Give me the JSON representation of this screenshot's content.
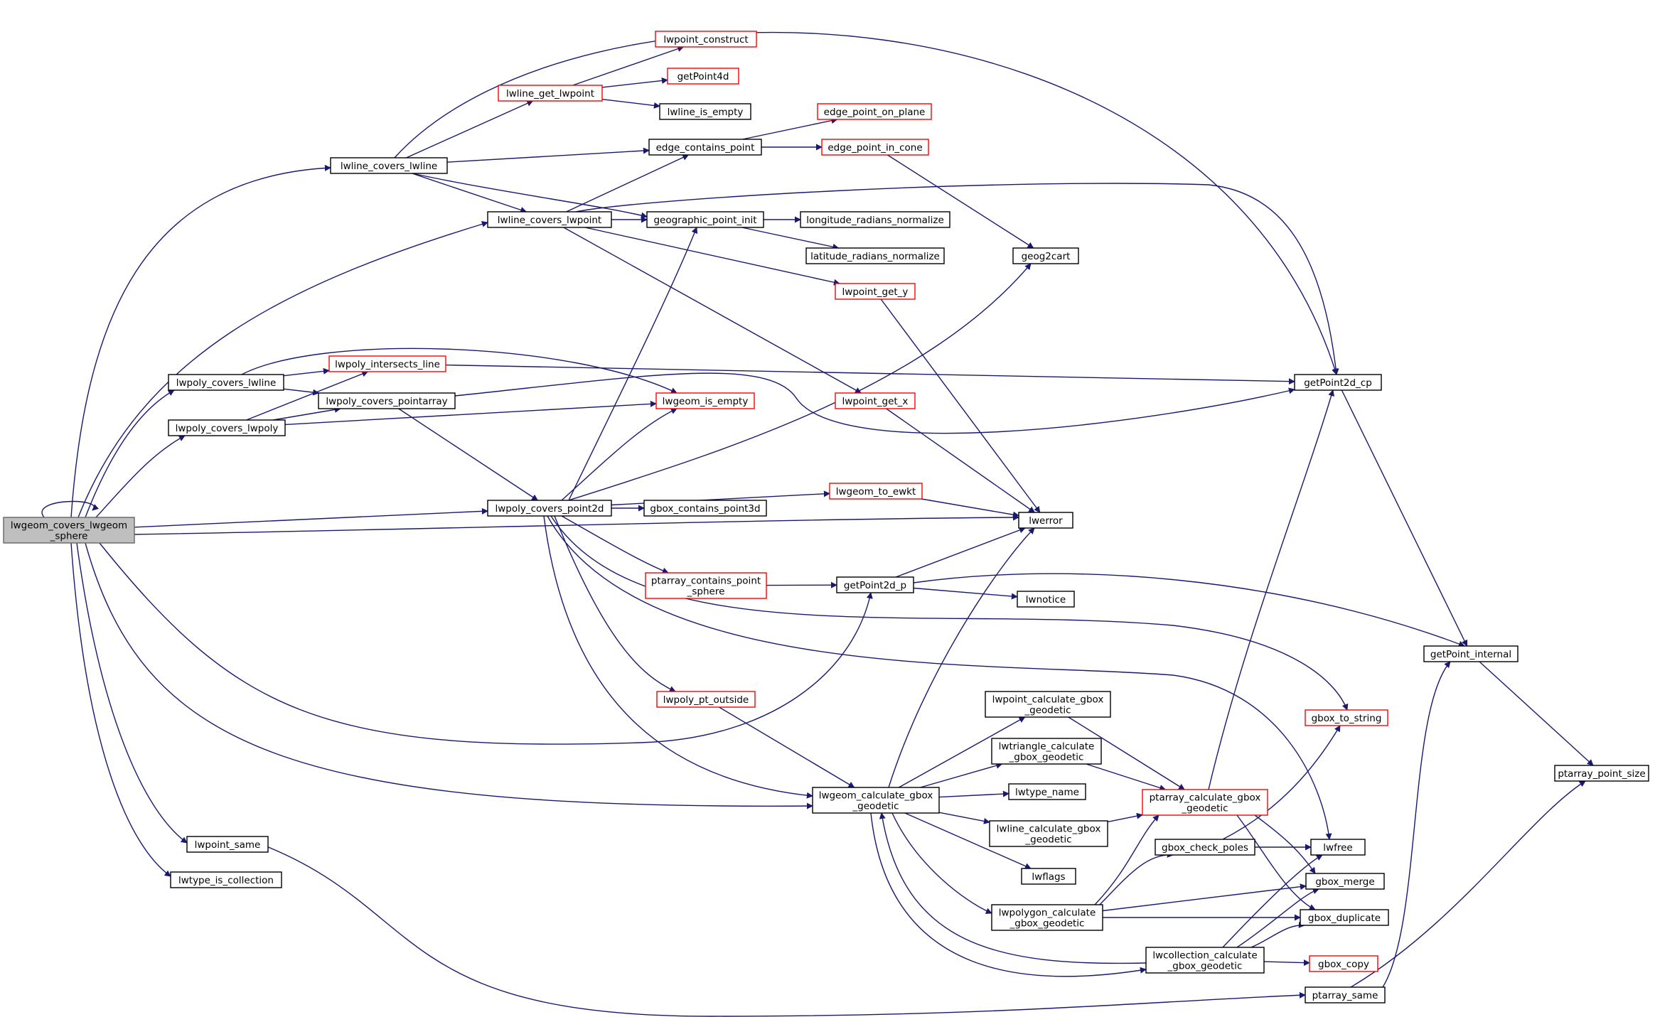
{
  "colors": {
    "edge": "#191970",
    "node_border_plain": "#000000",
    "node_border_truncated": "#ff0000",
    "node_fill": "#ffffff",
    "focus_fill": "#bfbfbf",
    "focus_border": "#666666"
  },
  "nodes": {
    "root": {
      "lines": [
        "lwgeom_covers_lwgeom",
        "_sphere"
      ],
      "style": "focus"
    },
    "lwline_covers_lwline": {
      "lines": [
        "lwline_covers_lwline"
      ],
      "style": "plain"
    },
    "lwline_covers_lwpoint": {
      "lines": [
        "lwline_covers_lwpoint"
      ],
      "style": "plain"
    },
    "lwpoly_covers_lwline": {
      "lines": [
        "lwpoly_covers_lwline"
      ],
      "style": "plain"
    },
    "lwpoly_covers_lwpoly": {
      "lines": [
        "lwpoly_covers_lwpoly"
      ],
      "style": "plain"
    },
    "lwpoly_covers_pointarray": {
      "lines": [
        "lwpoly_covers_pointarray"
      ],
      "style": "plain"
    },
    "lwpoly_intersects_line": {
      "lines": [
        "lwpoly_intersects_line"
      ],
      "style": "truncated"
    },
    "lwpoly_covers_point2d": {
      "lines": [
        "lwpoly_covers_point2d"
      ],
      "style": "plain"
    },
    "lwpoint_same": {
      "lines": [
        "lwpoint_same"
      ],
      "style": "plain"
    },
    "lwtype_is_collection": {
      "lines": [
        "lwtype_is_collection"
      ],
      "style": "plain"
    },
    "lwpoint_construct": {
      "lines": [
        "lwpoint_construct"
      ],
      "style": "truncated"
    },
    "lwline_get_lwpoint": {
      "lines": [
        "lwline_get_lwpoint"
      ],
      "style": "truncated"
    },
    "getPoint4d": {
      "lines": [
        "getPoint4d"
      ],
      "style": "truncated"
    },
    "lwline_is_empty": {
      "lines": [
        "lwline_is_empty"
      ],
      "style": "plain"
    },
    "edge_contains_point": {
      "lines": [
        "edge_contains_point"
      ],
      "style": "plain"
    },
    "edge_point_on_plane": {
      "lines": [
        "edge_point_on_plane"
      ],
      "style": "truncated"
    },
    "edge_point_in_cone": {
      "lines": [
        "edge_point_in_cone"
      ],
      "style": "truncated"
    },
    "geographic_point_init": {
      "lines": [
        "geographic_point_init"
      ],
      "style": "plain"
    },
    "longitude_radians_normalize": {
      "lines": [
        "longitude_radians_normalize"
      ],
      "style": "plain"
    },
    "latitude_radians_normalize": {
      "lines": [
        "latitude_radians_normalize"
      ],
      "style": "plain"
    },
    "geog2cart": {
      "lines": [
        "geog2cart"
      ],
      "style": "plain"
    },
    "lwpoint_get_y": {
      "lines": [
        "lwpoint_get_y"
      ],
      "style": "truncated"
    },
    "lwgeom_is_empty": {
      "lines": [
        "lwgeom_is_empty"
      ],
      "style": "truncated"
    },
    "lwpoint_get_x": {
      "lines": [
        "lwpoint_get_x"
      ],
      "style": "truncated"
    },
    "getPoint2d_cp": {
      "lines": [
        "getPoint2d_cp"
      ],
      "style": "plain"
    },
    "lwgeom_to_ewkt": {
      "lines": [
        "lwgeom_to_ewkt"
      ],
      "style": "truncated"
    },
    "gbox_contains_point3d": {
      "lines": [
        "gbox_contains_point3d"
      ],
      "style": "plain"
    },
    "lwerror": {
      "lines": [
        "lwerror"
      ],
      "style": "plain"
    },
    "ptarray_contains_point_sphere": {
      "lines": [
        "ptarray_contains_point",
        "_sphere"
      ],
      "style": "truncated"
    },
    "getPoint2d_p": {
      "lines": [
        "getPoint2d_p"
      ],
      "style": "plain"
    },
    "lwnotice": {
      "lines": [
        "lwnotice"
      ],
      "style": "plain"
    },
    "getPoint_internal": {
      "lines": [
        "getPoint_internal"
      ],
      "style": "plain"
    },
    "lwpoly_pt_outside": {
      "lines": [
        "lwpoly_pt_outside"
      ],
      "style": "truncated"
    },
    "lwgeom_calculate_gbox_geodetic": {
      "lines": [
        "lwgeom_calculate_gbox",
        "_geodetic"
      ],
      "style": "plain"
    },
    "lwpoint_calculate_gbox_geodetic": {
      "lines": [
        "lwpoint_calculate_gbox",
        "_geodetic"
      ],
      "style": "plain"
    },
    "lwtriangle_calculate_gbox_geodetic": {
      "lines": [
        "lwtriangle_calculate",
        "_gbox_geodetic"
      ],
      "style": "plain"
    },
    "lwtype_name": {
      "lines": [
        "lwtype_name"
      ],
      "style": "plain"
    },
    "ptarray_calculate_gbox_geodetic": {
      "lines": [
        "ptarray_calculate_gbox",
        "_geodetic"
      ],
      "style": "truncated"
    },
    "gbox_to_string": {
      "lines": [
        "gbox_to_string"
      ],
      "style": "truncated"
    },
    "ptarray_point_size": {
      "lines": [
        "ptarray_point_size"
      ],
      "style": "plain"
    },
    "lwline_calculate_gbox_geodetic": {
      "lines": [
        "lwline_calculate_gbox",
        "_geodetic"
      ],
      "style": "plain"
    },
    "lwflags": {
      "lines": [
        "lwflags"
      ],
      "style": "plain"
    },
    "gbox_check_poles": {
      "lines": [
        "gbox_check_poles"
      ],
      "style": "plain"
    },
    "lwfree": {
      "lines": [
        "lwfree"
      ],
      "style": "plain"
    },
    "gbox_merge": {
      "lines": [
        "gbox_merge"
      ],
      "style": "plain"
    },
    "lwpolygon_calculate_gbox_geodetic": {
      "lines": [
        "lwpolygon_calculate",
        "_gbox_geodetic"
      ],
      "style": "plain"
    },
    "gbox_duplicate": {
      "lines": [
        "gbox_duplicate"
      ],
      "style": "plain"
    },
    "lwcollection_calculate_gbox_geodetic": {
      "lines": [
        "lwcollection_calculate",
        "_gbox_geodetic"
      ],
      "style": "plain"
    },
    "gbox_copy": {
      "lines": [
        "gbox_copy"
      ],
      "style": "truncated"
    },
    "ptarray_same": {
      "lines": [
        "ptarray_same"
      ],
      "style": "plain"
    }
  },
  "edges": [
    [
      "root",
      "root"
    ],
    [
      "root",
      "lwline_covers_lwline"
    ],
    [
      "root",
      "lwline_covers_lwpoint"
    ],
    [
      "root",
      "lwpoly_covers_lwline"
    ],
    [
      "root",
      "lwpoly_covers_lwpoly"
    ],
    [
      "root",
      "lwpoly_covers_point2d"
    ],
    [
      "root",
      "lwerror"
    ],
    [
      "root",
      "getPoint2d_p"
    ],
    [
      "root",
      "lwgeom_calculate_gbox_geodetic"
    ],
    [
      "root",
      "lwpoint_same"
    ],
    [
      "root",
      "lwtype_is_collection"
    ],
    [
      "lwline_covers_lwline",
      "lwline_get_lwpoint"
    ],
    [
      "lwline_covers_lwline",
      "edge_contains_point"
    ],
    [
      "lwline_covers_lwline",
      "lwline_covers_lwpoint"
    ],
    [
      "lwline_covers_lwline",
      "geographic_point_init"
    ],
    [
      "lwline_covers_lwline",
      "getPoint2d_cp"
    ],
    [
      "lwline_get_lwpoint",
      "lwpoint_construct"
    ],
    [
      "lwline_get_lwpoint",
      "getPoint4d"
    ],
    [
      "lwline_get_lwpoint",
      "lwline_is_empty"
    ],
    [
      "edge_contains_point",
      "edge_point_on_plane"
    ],
    [
      "edge_contains_point",
      "edge_point_in_cone"
    ],
    [
      "edge_point_in_cone",
      "geog2cart"
    ],
    [
      "lwline_covers_lwpoint",
      "edge_contains_point"
    ],
    [
      "lwline_covers_lwpoint",
      "geographic_point_init"
    ],
    [
      "lwline_covers_lwpoint",
      "getPoint2d_cp"
    ],
    [
      "lwline_covers_lwpoint",
      "lwpoint_get_y"
    ],
    [
      "lwline_covers_lwpoint",
      "lwpoint_get_x"
    ],
    [
      "geographic_point_init",
      "longitude_radians_normalize"
    ],
    [
      "geographic_point_init",
      "latitude_radians_normalize"
    ],
    [
      "lwpoint_get_y",
      "lwerror"
    ],
    [
      "lwpoint_get_x",
      "lwerror"
    ],
    [
      "lwpoly_covers_lwline",
      "lwpoly_intersects_line"
    ],
    [
      "lwpoly_covers_lwline",
      "lwpoly_covers_pointarray"
    ],
    [
      "lwpoly_covers_lwline",
      "lwgeom_is_empty"
    ],
    [
      "lwpoly_covers_lwpoly",
      "lwpoly_intersects_line"
    ],
    [
      "lwpoly_covers_lwpoly",
      "lwpoly_covers_pointarray"
    ],
    [
      "lwpoly_covers_lwpoly",
      "lwgeom_is_empty"
    ],
    [
      "lwpoly_intersects_line",
      "getPoint2d_cp"
    ],
    [
      "lwpoly_covers_pointarray",
      "getPoint2d_cp"
    ],
    [
      "lwpoly_covers_pointarray",
      "lwpoly_covers_point2d"
    ],
    [
      "lwpoly_covers_point2d",
      "geographic_point_init"
    ],
    [
      "lwpoly_covers_point2d",
      "geog2cart"
    ],
    [
      "lwpoly_covers_point2d",
      "lwgeom_is_empty"
    ],
    [
      "lwpoly_covers_point2d",
      "lwgeom_to_ewkt"
    ],
    [
      "lwpoly_covers_point2d",
      "gbox_contains_point3d"
    ],
    [
      "lwpoly_covers_point2d",
      "ptarray_contains_point_sphere"
    ],
    [
      "lwpoly_covers_point2d",
      "gbox_to_string"
    ],
    [
      "lwpoly_covers_point2d",
      "lwfree"
    ],
    [
      "lwpoly_covers_point2d",
      "lwpoly_pt_outside"
    ],
    [
      "lwpoly_covers_point2d",
      "lwgeom_calculate_gbox_geodetic"
    ],
    [
      "lwgeom_to_ewkt",
      "lwerror"
    ],
    [
      "ptarray_contains_point_sphere",
      "getPoint2d_p"
    ],
    [
      "getPoint2d_p",
      "lwerror"
    ],
    [
      "getPoint2d_p",
      "lwnotice"
    ],
    [
      "getPoint2d_p",
      "getPoint_internal"
    ],
    [
      "getPoint2d_cp",
      "getPoint_internal"
    ],
    [
      "getPoint_internal",
      "ptarray_point_size"
    ],
    [
      "lwpoly_pt_outside",
      "lwgeom_calculate_gbox_geodetic"
    ],
    [
      "lwgeom_calculate_gbox_geodetic",
      "lwerror"
    ],
    [
      "lwgeom_calculate_gbox_geodetic",
      "lwpoint_calculate_gbox_geodetic"
    ],
    [
      "lwgeom_calculate_gbox_geodetic",
      "lwtriangle_calculate_gbox_geodetic"
    ],
    [
      "lwgeom_calculate_gbox_geodetic",
      "lwtype_name"
    ],
    [
      "lwgeom_calculate_gbox_geodetic",
      "lwline_calculate_gbox_geodetic"
    ],
    [
      "lwgeom_calculate_gbox_geodetic",
      "lwflags"
    ],
    [
      "lwgeom_calculate_gbox_geodetic",
      "lwpolygon_calculate_gbox_geodetic"
    ],
    [
      "lwgeom_calculate_gbox_geodetic",
      "lwcollection_calculate_gbox_geodetic"
    ],
    [
      "lwpoint_calculate_gbox_geodetic",
      "ptarray_calculate_gbox_geodetic"
    ],
    [
      "lwtriangle_calculate_gbox_geodetic",
      "ptarray_calculate_gbox_geodetic"
    ],
    [
      "lwline_calculate_gbox_geodetic",
      "ptarray_calculate_gbox_geodetic"
    ],
    [
      "lwpolygon_calculate_gbox_geodetic",
      "ptarray_calculate_gbox_geodetic"
    ],
    [
      "lwpolygon_calculate_gbox_geodetic",
      "gbox_check_poles"
    ],
    [
      "lwpolygon_calculate_gbox_geodetic",
      "gbox_merge"
    ],
    [
      "lwpolygon_calculate_gbox_geodetic",
      "gbox_duplicate"
    ],
    [
      "ptarray_calculate_gbox_geodetic",
      "getPoint2d_cp"
    ],
    [
      "ptarray_calculate_gbox_geodetic",
      "gbox_merge"
    ],
    [
      "ptarray_calculate_gbox_geodetic",
      "gbox_duplicate"
    ],
    [
      "gbox_check_poles",
      "gbox_to_string"
    ],
    [
      "gbox_check_poles",
      "lwfree"
    ],
    [
      "lwcollection_calculate_gbox_geodetic",
      "lwgeom_calculate_gbox_geodetic"
    ],
    [
      "lwcollection_calculate_gbox_geodetic",
      "lwfree"
    ],
    [
      "lwcollection_calculate_gbox_geodetic",
      "gbox_merge"
    ],
    [
      "lwcollection_calculate_gbox_geodetic",
      "gbox_duplicate"
    ],
    [
      "lwcollection_calculate_gbox_geodetic",
      "gbox_copy"
    ],
    [
      "lwpoint_same",
      "ptarray_same"
    ],
    [
      "ptarray_same",
      "getPoint_internal"
    ],
    [
      "ptarray_same",
      "ptarray_point_size"
    ]
  ]
}
